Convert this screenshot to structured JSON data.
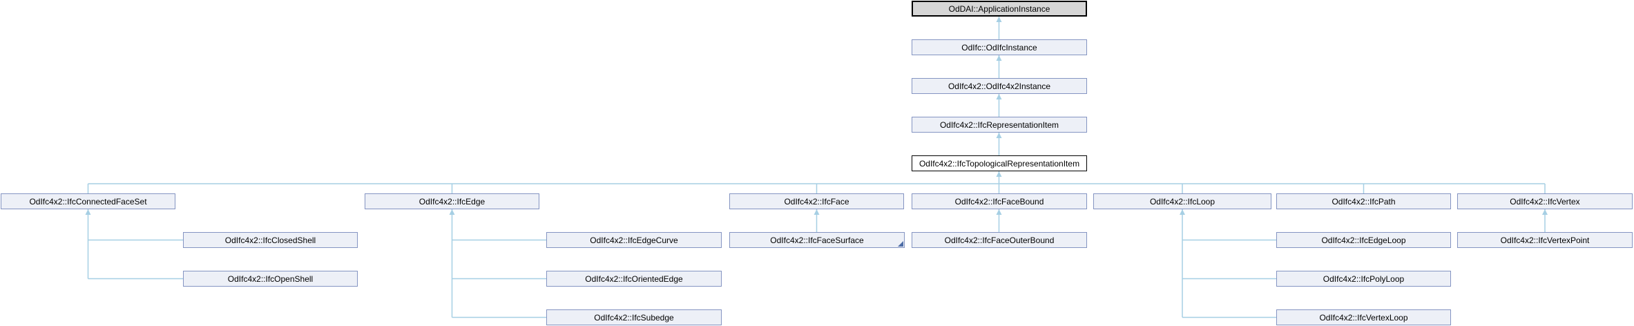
{
  "diagram": {
    "type": "class-inheritance-graph",
    "current_class": "OdIfc4x2::IfcTopologicalRepresentationItem",
    "colors": {
      "node_fill": "#edf0f7",
      "node_border": "#8494c2",
      "external_node_fill": "#d6d6d6",
      "external_node_border": "#000000",
      "current_node_fill": "#ffffff",
      "current_node_border": "#000000",
      "connector": "#a6cfe4",
      "truncation_marker": "#4e6da6",
      "text": "#000000"
    },
    "nodes": [
      {
        "id": "oddai-applicationinstance",
        "label": "OdDAI::ApplicationInstance",
        "style": "external"
      },
      {
        "id": "odifc-odifcinstance",
        "label": "OdIfc::OdIfcInstance",
        "style": "default"
      },
      {
        "id": "odifc4x2-odifc4x2instance",
        "label": "OdIfc4x2::OdIfc4x2Instance",
        "style": "default"
      },
      {
        "id": "odifc4x2-ifcrepresentationitem",
        "label": "OdIfc4x2::IfcRepresentationItem",
        "style": "default"
      },
      {
        "id": "odifc4x2-ifctopologicalrepresentationitem",
        "label": "OdIfc4x2::IfcTopologicalRepresentationItem",
        "style": "current"
      },
      {
        "id": "odifc4x2-ifcconnectedfaceset",
        "label": "OdIfc4x2::IfcConnectedFaceSet",
        "style": "default"
      },
      {
        "id": "odifc4x2-ifcedge",
        "label": "OdIfc4x2::IfcEdge",
        "style": "default"
      },
      {
        "id": "odifc4x2-ifcface",
        "label": "OdIfc4x2::IfcFace",
        "style": "default"
      },
      {
        "id": "odifc4x2-ifcfacebound",
        "label": "OdIfc4x2::IfcFaceBound",
        "style": "default"
      },
      {
        "id": "odifc4x2-ifcloop",
        "label": "OdIfc4x2::IfcLoop",
        "style": "default"
      },
      {
        "id": "odifc4x2-ifcpath",
        "label": "OdIfc4x2::IfcPath",
        "style": "default"
      },
      {
        "id": "odifc4x2-ifcvertex",
        "label": "OdIfc4x2::IfcVertex",
        "style": "default"
      },
      {
        "id": "odifc4x2-ifcclosedshell",
        "label": "OdIfc4x2::IfcClosedShell",
        "style": "default"
      },
      {
        "id": "odifc4x2-ifcopenshell",
        "label": "OdIfc4x2::IfcOpenShell",
        "style": "default"
      },
      {
        "id": "odifc4x2-ifcedgecurve",
        "label": "OdIfc4x2::IfcEdgeCurve",
        "style": "default"
      },
      {
        "id": "odifc4x2-ifcorientededge",
        "label": "OdIfc4x2::IfcOrientedEdge",
        "style": "default"
      },
      {
        "id": "odifc4x2-ifcsubedge",
        "label": "OdIfc4x2::IfcSubedge",
        "style": "default"
      },
      {
        "id": "odifc4x2-ifcfacesurface",
        "label": "OdIfc4x2::IfcFaceSurface",
        "style": "default",
        "has_hidden_subclasses": true
      },
      {
        "id": "odifc4x2-ifcfaceouterbound",
        "label": "OdIfc4x2::IfcFaceOuterBound",
        "style": "default"
      },
      {
        "id": "odifc4x2-ifcedgeloop",
        "label": "OdIfc4x2::IfcEdgeLoop",
        "style": "default"
      },
      {
        "id": "odifc4x2-ifcpolyloop",
        "label": "OdIfc4x2::IfcPolyLoop",
        "style": "default"
      },
      {
        "id": "odifc4x2-ifcvertexloop",
        "label": "OdIfc4x2::IfcVertexLoop",
        "style": "default"
      },
      {
        "id": "odifc4x2-ifcvertexpoint",
        "label": "OdIfc4x2::IfcVertexPoint",
        "style": "default"
      }
    ],
    "relations": [
      {
        "child": "OdIfc::OdIfcInstance",
        "parent": "OdDAI::ApplicationInstance"
      },
      {
        "child": "OdIfc4x2::OdIfc4x2Instance",
        "parent": "OdIfc::OdIfcInstance"
      },
      {
        "child": "OdIfc4x2::IfcRepresentationItem",
        "parent": "OdIfc4x2::OdIfc4x2Instance"
      },
      {
        "child": "OdIfc4x2::IfcTopologicalRepresentationItem",
        "parent": "OdIfc4x2::IfcRepresentationItem"
      },
      {
        "child": "OdIfc4x2::IfcConnectedFaceSet",
        "parent": "OdIfc4x2::IfcTopologicalRepresentationItem"
      },
      {
        "child": "OdIfc4x2::IfcEdge",
        "parent": "OdIfc4x2::IfcTopologicalRepresentationItem"
      },
      {
        "child": "OdIfc4x2::IfcFace",
        "parent": "OdIfc4x2::IfcTopologicalRepresentationItem"
      },
      {
        "child": "OdIfc4x2::IfcFaceBound",
        "parent": "OdIfc4x2::IfcTopologicalRepresentationItem"
      },
      {
        "child": "OdIfc4x2::IfcLoop",
        "parent": "OdIfc4x2::IfcTopologicalRepresentationItem"
      },
      {
        "child": "OdIfc4x2::IfcPath",
        "parent": "OdIfc4x2::IfcTopologicalRepresentationItem"
      },
      {
        "child": "OdIfc4x2::IfcVertex",
        "parent": "OdIfc4x2::IfcTopologicalRepresentationItem"
      },
      {
        "child": "OdIfc4x2::IfcClosedShell",
        "parent": "OdIfc4x2::IfcConnectedFaceSet"
      },
      {
        "child": "OdIfc4x2::IfcOpenShell",
        "parent": "OdIfc4x2::IfcConnectedFaceSet"
      },
      {
        "child": "OdIfc4x2::IfcEdgeCurve",
        "parent": "OdIfc4x2::IfcEdge"
      },
      {
        "child": "OdIfc4x2::IfcOrientedEdge",
        "parent": "OdIfc4x2::IfcEdge"
      },
      {
        "child": "OdIfc4x2::IfcSubedge",
        "parent": "OdIfc4x2::IfcEdge"
      },
      {
        "child": "OdIfc4x2::IfcFaceSurface",
        "parent": "OdIfc4x2::IfcFace"
      },
      {
        "child": "OdIfc4x2::IfcFaceOuterBound",
        "parent": "OdIfc4x2::IfcFaceBound"
      },
      {
        "child": "OdIfc4x2::IfcEdgeLoop",
        "parent": "OdIfc4x2::IfcLoop"
      },
      {
        "child": "OdIfc4x2::IfcPolyLoop",
        "parent": "OdIfc4x2::IfcLoop"
      },
      {
        "child": "OdIfc4x2::IfcVertexLoop",
        "parent": "OdIfc4x2::IfcLoop"
      },
      {
        "child": "OdIfc4x2::IfcVertexPoint",
        "parent": "OdIfc4x2::IfcVertex"
      }
    ]
  }
}
